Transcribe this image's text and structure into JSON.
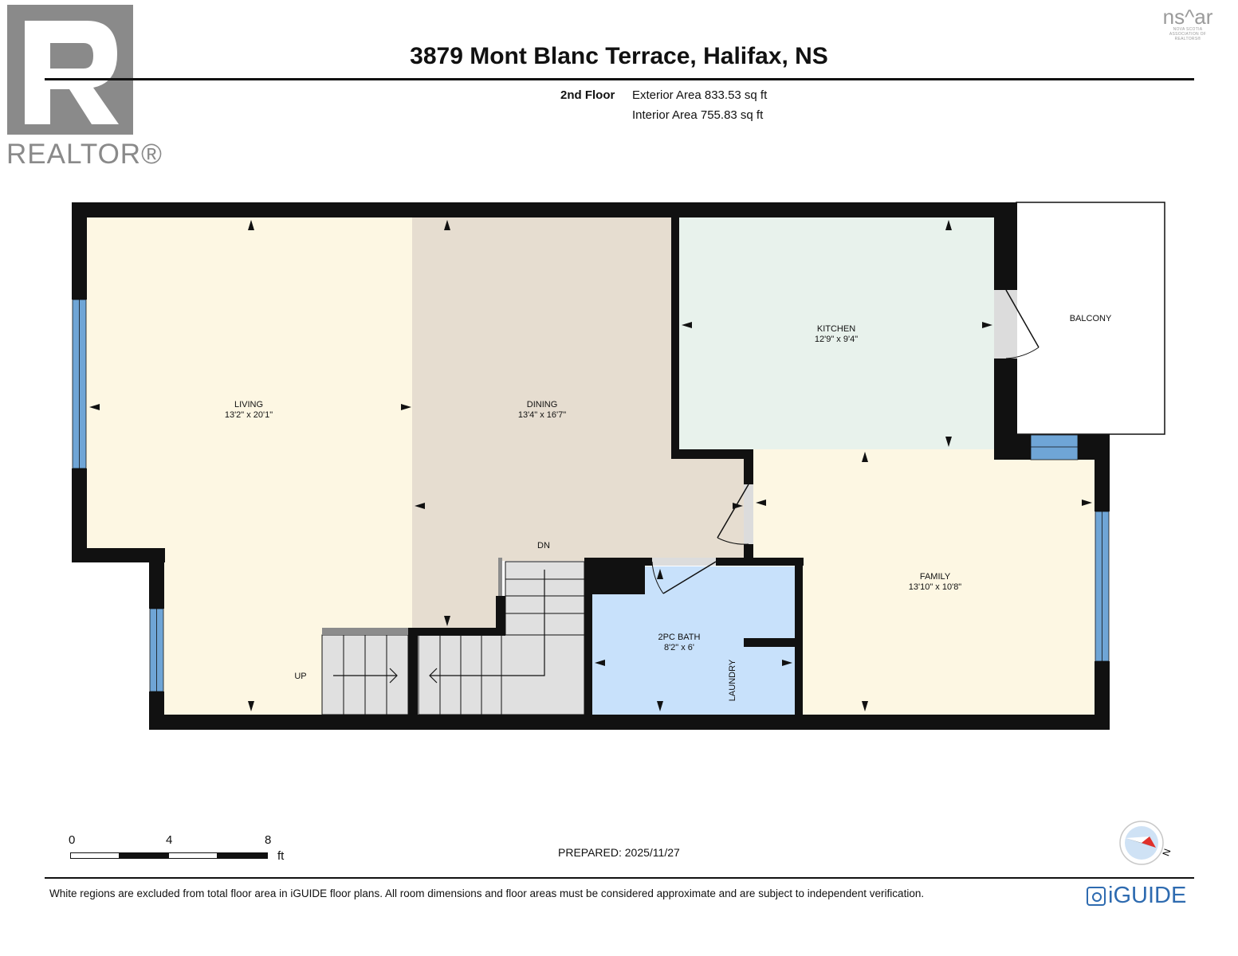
{
  "header": {
    "title": "3879 Mont Blanc Terrace, Halifax, NS",
    "floor_label": "2nd Floor",
    "exterior_area": "Exterior Area 833.53 sq ft",
    "interior_area": "Interior Area 755.83 sq ft"
  },
  "logos": {
    "realtor_text": "REALTOR®",
    "nsar_text": "ns^ar",
    "nsar_subtext": "NOVA SCOTIA ASSOCIATION OF REALTORS®",
    "iguide_text": "iGUIDE"
  },
  "rooms": {
    "living": {
      "name": "LIVING",
      "dims": "13'2\" x 20'1\""
    },
    "dining": {
      "name": "DINING",
      "dims": "13'4\" x 16'7\""
    },
    "kitchen": {
      "name": "KITCHEN",
      "dims": "12'9\" x 9'4\""
    },
    "family": {
      "name": "FAMILY",
      "dims": "13'10\" x 10'8\""
    },
    "bath": {
      "name": "2PC BATH",
      "dims": "8'2\" x 6'"
    },
    "balcony": {
      "name": "BALCONY"
    },
    "laundry": {
      "name": "LAUNDRY"
    }
  },
  "stairs": {
    "up": "UP",
    "down": "DN"
  },
  "scale": {
    "labels": [
      "0",
      "4",
      "8"
    ],
    "unit": "ft"
  },
  "prepared": "PREPARED: 2025/11/27",
  "disclaimer": "White regions are excluded from total floor area in iGUIDE floor plans. All room dimensions and floor areas must be considered approximate and are subject to independent verification.",
  "colors": {
    "living": "#fdf7e3",
    "dining": "#e6ddd0",
    "kitchen": "#e8f2ec",
    "family": "#fdf7e3",
    "bath": "#c8e1fb",
    "stairs": "#e0e0e0",
    "wall": "#111111",
    "window": "#6fa5d6",
    "brand": "#2e6bb0"
  }
}
